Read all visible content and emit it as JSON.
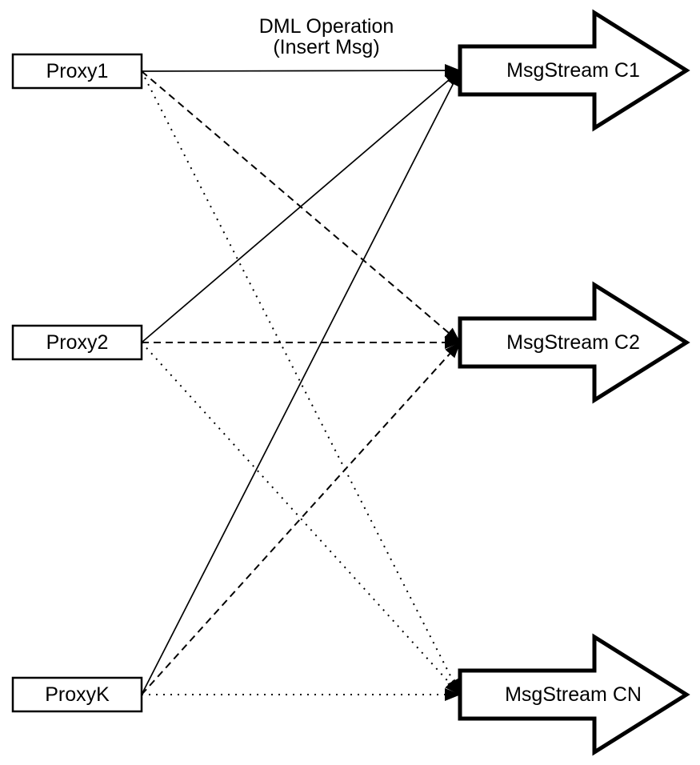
{
  "diagram": {
    "edge_label": {
      "line1": "DML Operation",
      "line2": "(Insert Msg)"
    },
    "proxies": [
      {
        "label": "Proxy1"
      },
      {
        "label": "Proxy2"
      },
      {
        "label": "ProxyK"
      }
    ],
    "streams": [
      {
        "label": "MsgStream C1"
      },
      {
        "label": "MsgStream C2"
      },
      {
        "label": "MsgStream CN"
      }
    ],
    "edges": [
      {
        "from": "Proxy1",
        "to": "MsgStream C1",
        "line_style": "solid"
      },
      {
        "from": "Proxy2",
        "to": "MsgStream C1",
        "line_style": "solid"
      },
      {
        "from": "ProxyK",
        "to": "MsgStream C1",
        "line_style": "solid"
      },
      {
        "from": "Proxy1",
        "to": "MsgStream C2",
        "line_style": "dashed"
      },
      {
        "from": "Proxy2",
        "to": "MsgStream C2",
        "line_style": "dashed"
      },
      {
        "from": "ProxyK",
        "to": "MsgStream C2",
        "line_style": "dashed"
      },
      {
        "from": "Proxy1",
        "to": "MsgStream CN",
        "line_style": "dotted"
      },
      {
        "from": "Proxy2",
        "to": "MsgStream CN",
        "line_style": "dotted"
      },
      {
        "from": "ProxyK",
        "to": "MsgStream CN",
        "line_style": "dotted"
      }
    ],
    "colors": {
      "stroke": "#000000",
      "fill": "#ffffff",
      "background": "#ffffff"
    }
  }
}
